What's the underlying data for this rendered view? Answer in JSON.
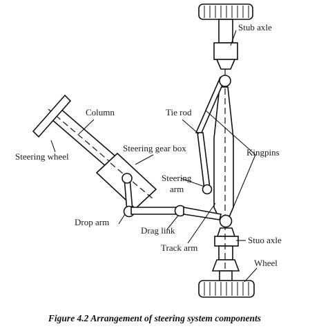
{
  "labels": {
    "stub_axle_top": "Stub axle",
    "column": "Column",
    "tie_rod": "Tie rod",
    "steering_wheel": "Steering wheel",
    "steering_gear_box": "Steering gear box",
    "kingpins": "Kingpins",
    "steering_arm": "Steering arm",
    "drop_arm": "Drop arm",
    "drag_link": "Drag link",
    "track_arm": "Track arm",
    "stub_axle_bottom": "Stuo axle",
    "wheel": "Wheel"
  },
  "caption": "Figure 4.2 Arrangement of steering system components"
}
